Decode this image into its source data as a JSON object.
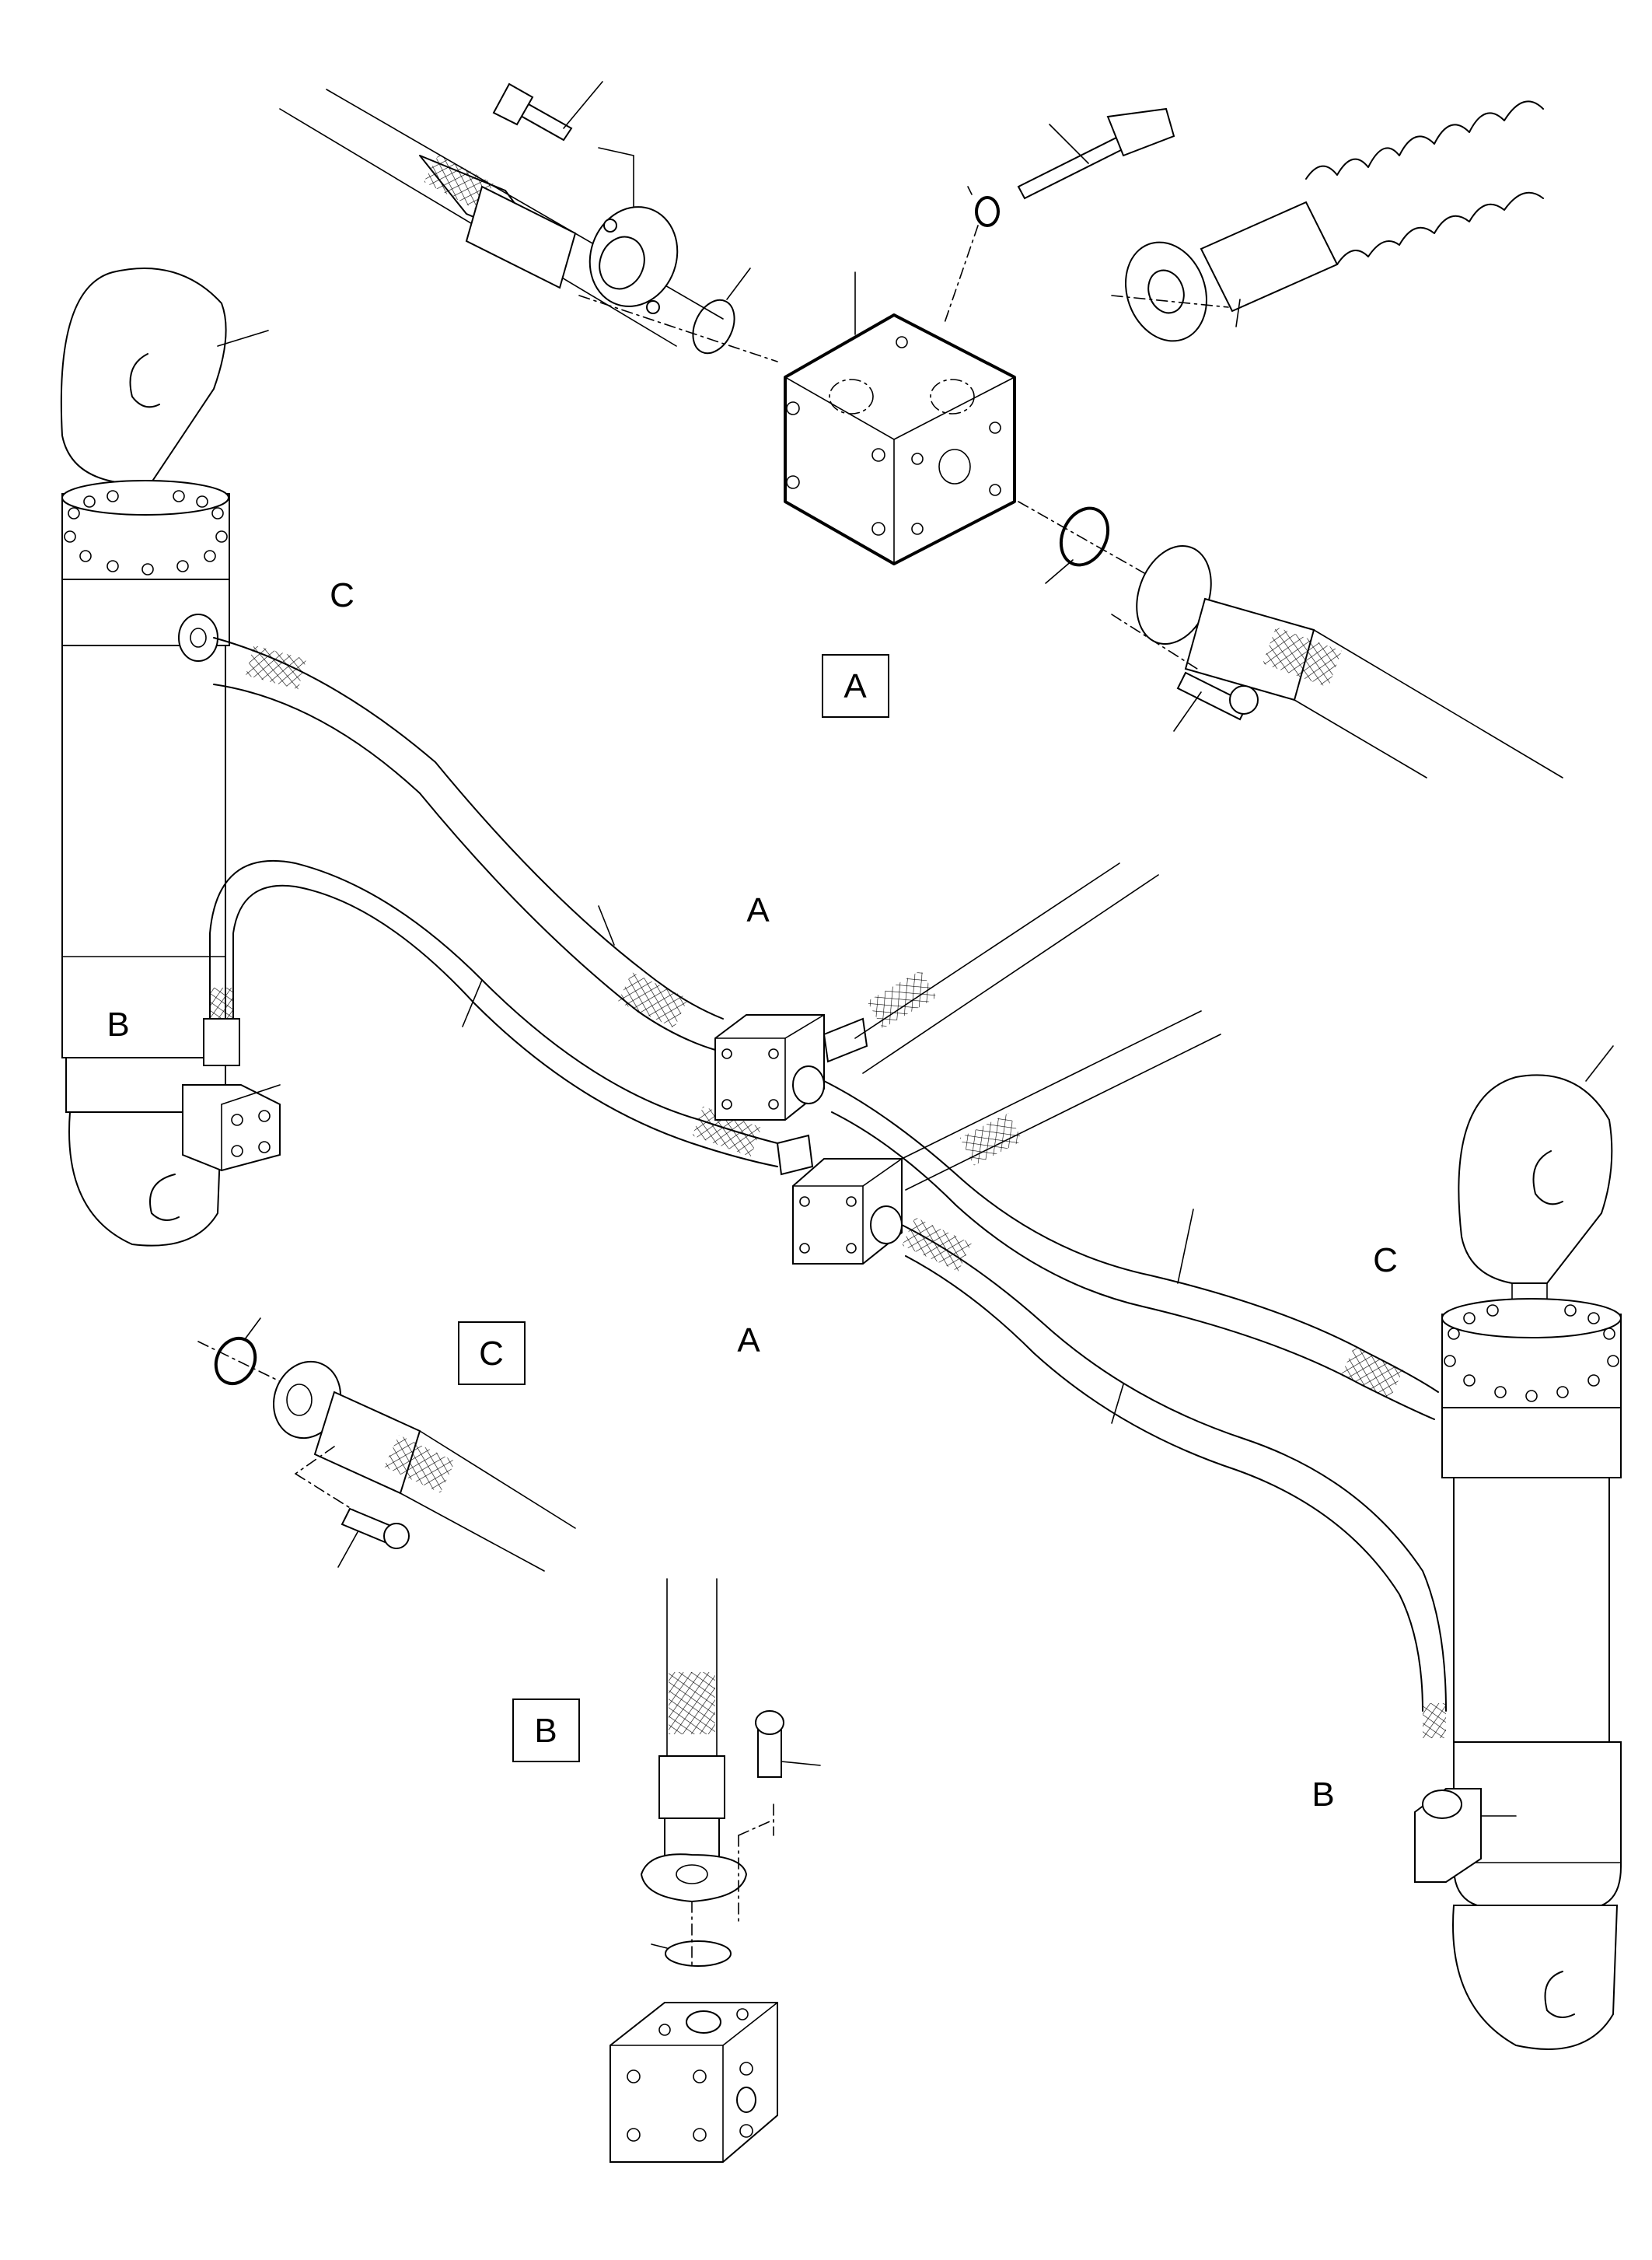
{
  "labels": {
    "detail_a_box": "A",
    "detail_b_box": "B",
    "detail_c_box": "C",
    "callout_c_left_cylinder": "C",
    "callout_b_left_cylinder": "B",
    "callout_a_upper_hoses": "A",
    "callout_a_lower_hoses": "A",
    "callout_c_right_cylinder": "C",
    "callout_b_right_cylinder": "B"
  }
}
